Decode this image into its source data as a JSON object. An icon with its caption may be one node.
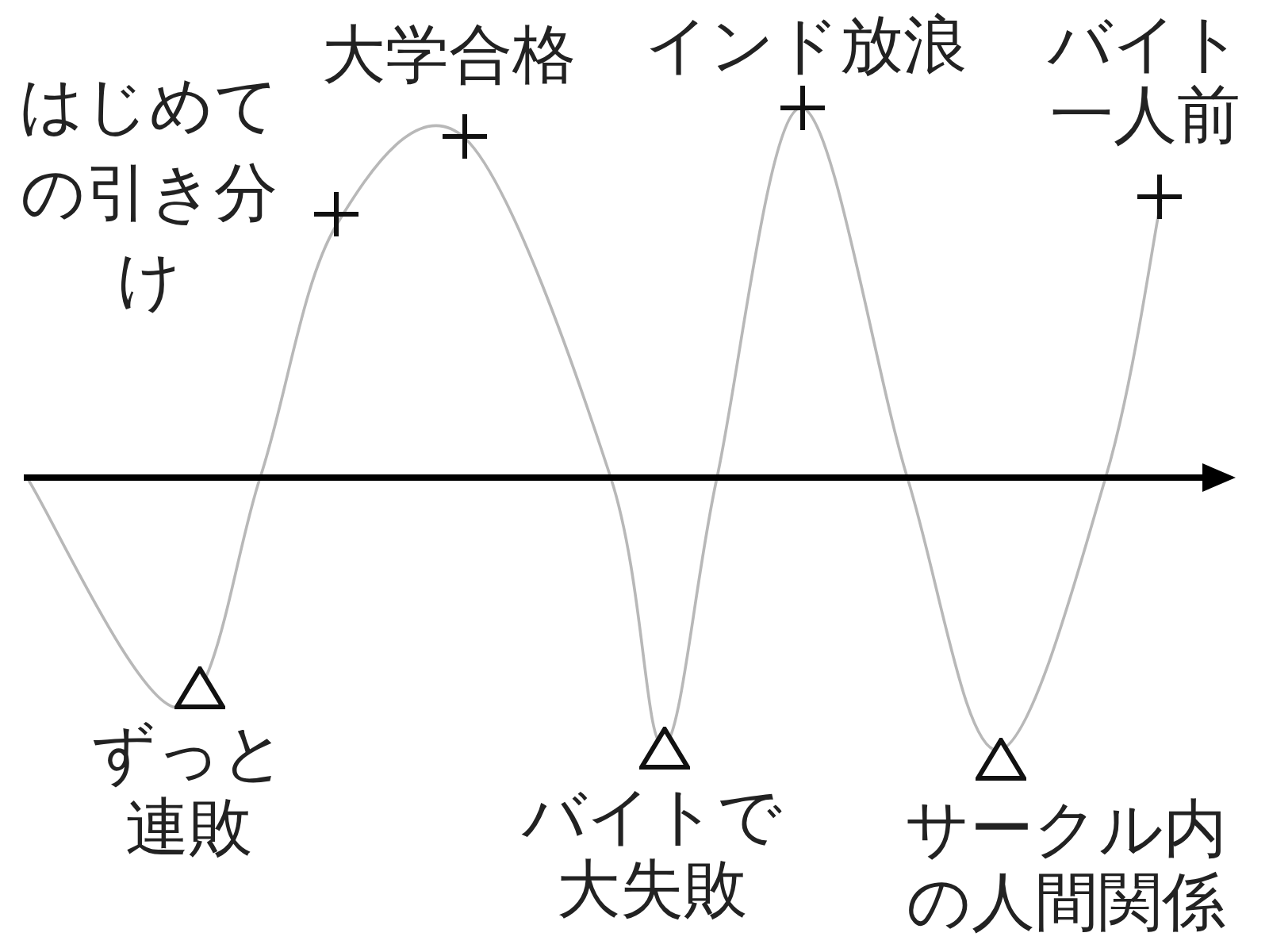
{
  "diagram": {
    "labels": [
      "はじめての引き分け",
      "大学合格",
      "インド放浪",
      "バイト一人前",
      "ずっと連敗",
      "バイトで大失敗",
      "サークル内の人間関係"
    ]
  }
}
